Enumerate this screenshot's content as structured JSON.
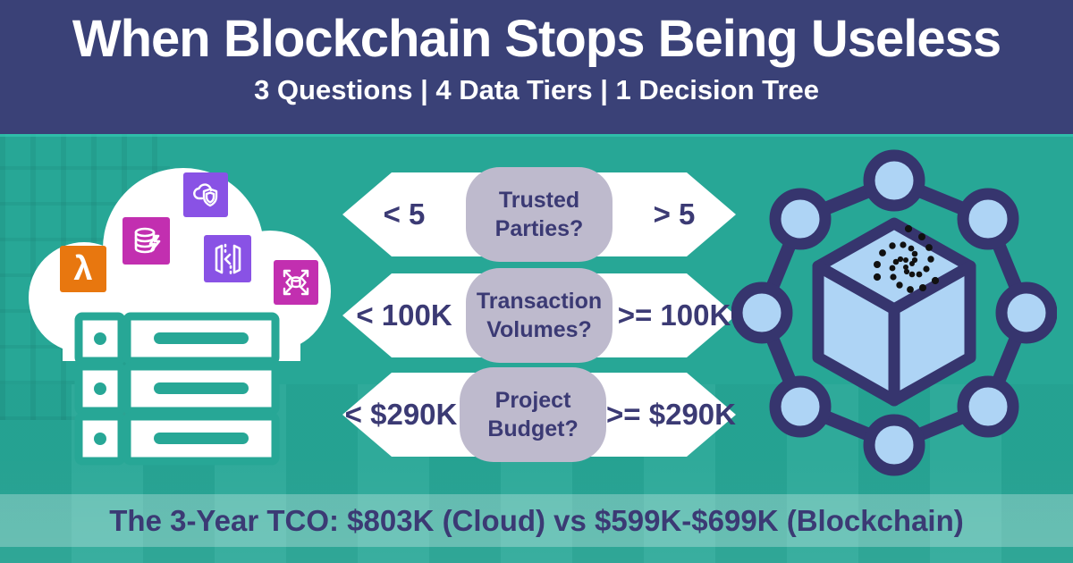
{
  "header": {
    "title": "When Blockchain Stops Being Useless",
    "subtitle": "3 Questions | 4 Data Tiers | 1 Decision Tree",
    "bg_color": "#3A4177"
  },
  "decision_tree": {
    "rows": [
      {
        "left_label": "< 5",
        "question": "Trusted Parties?",
        "right_label": "> 5"
      },
      {
        "left_label": "< 100K",
        "question": "Transaction Volumes?",
        "right_label": ">= 100K"
      },
      {
        "left_label": "< $290K",
        "question": "Project Budget?",
        "right_label": ">= $290K"
      }
    ],
    "pill_color": "#BEBACD",
    "text_color": "#3B3A74"
  },
  "cloud_stack": {
    "icons": [
      {
        "name": "aws-lambda-icon",
        "color": "#E8770F"
      },
      {
        "name": "aws-database-icon",
        "color": "#C22FB0"
      },
      {
        "name": "aws-cloud-security-icon",
        "color": "#8952E5"
      },
      {
        "name": "aws-api-gateway-icon",
        "color": "#8952E5"
      },
      {
        "name": "aws-scaling-icon",
        "color": "#C22FB0"
      }
    ],
    "lambda_glyph": "λ"
  },
  "network_icon": {
    "name": "blockchain-network-icon",
    "node_color": "#AED4F5",
    "outline_color": "#36356E"
  },
  "footer": {
    "tco_text": "The 3-Year TCO: $803K (Cloud) vs $599K-$699K (Blockchain)",
    "band_color": "#5CBFB0",
    "text_color": "#3B3A74"
  },
  "colors": {
    "background_teal": "#27A796",
    "banner_navy": "#3A4177",
    "white": "#FFFFFF"
  }
}
